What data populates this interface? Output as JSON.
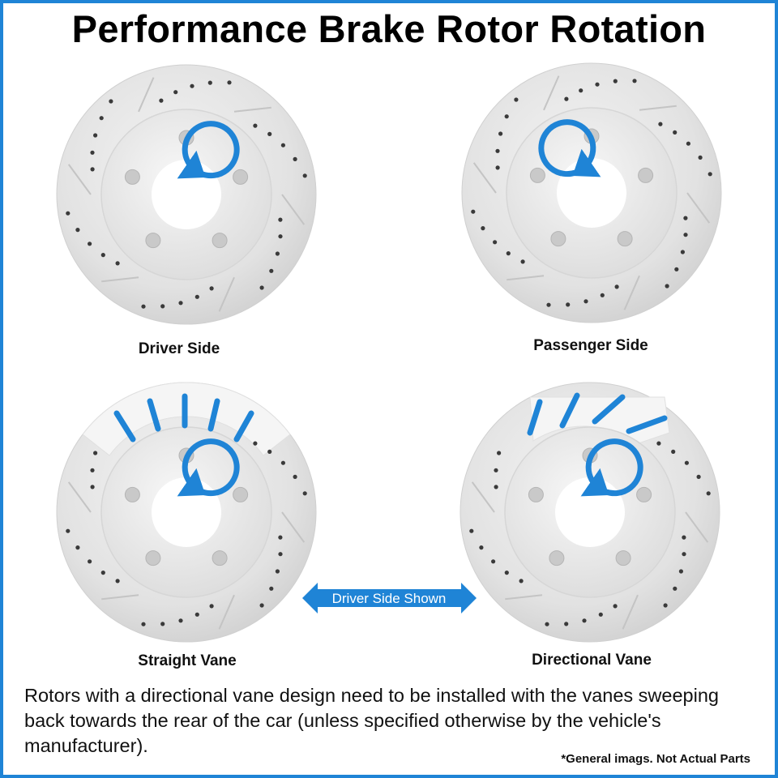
{
  "title": "Performance Brake Rotor Rotation",
  "rotors": [
    {
      "label": "Driver Side",
      "rotation": "counterclockwise"
    },
    {
      "label": "Passenger Side",
      "rotation": "clockwise"
    },
    {
      "label": "Straight Vane",
      "rotation": "counterclockwise"
    },
    {
      "label": "Directional Vane",
      "rotation": "counterclockwise"
    }
  ],
  "arrow_label": "Driver Side Shown",
  "description": "Rotors with a directional vane design need to be installed with the vanes sweeping back towards the rear of the car (unless specified otherwise by the vehicle's manufacturer).",
  "note": "*General imags. Not Actual Parts",
  "colors": {
    "accent": "#1f84d6",
    "rotor_face": "#e4e4e4",
    "hub": "#ececec"
  }
}
